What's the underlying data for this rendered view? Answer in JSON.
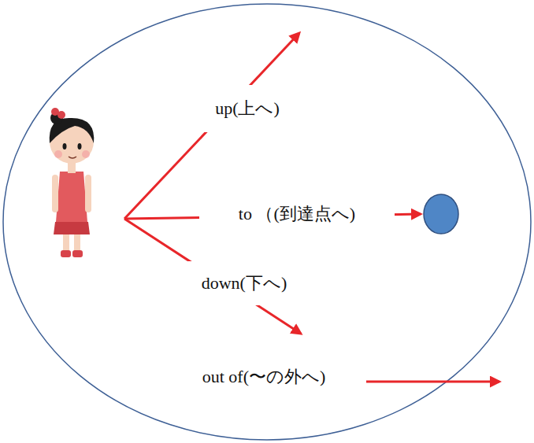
{
  "diagram": {
    "labels": [
      "up(上へ)",
      "to （(到達点へ)",
      "down(下へ)",
      "out of(〜の外へ)"
    ]
  }
}
